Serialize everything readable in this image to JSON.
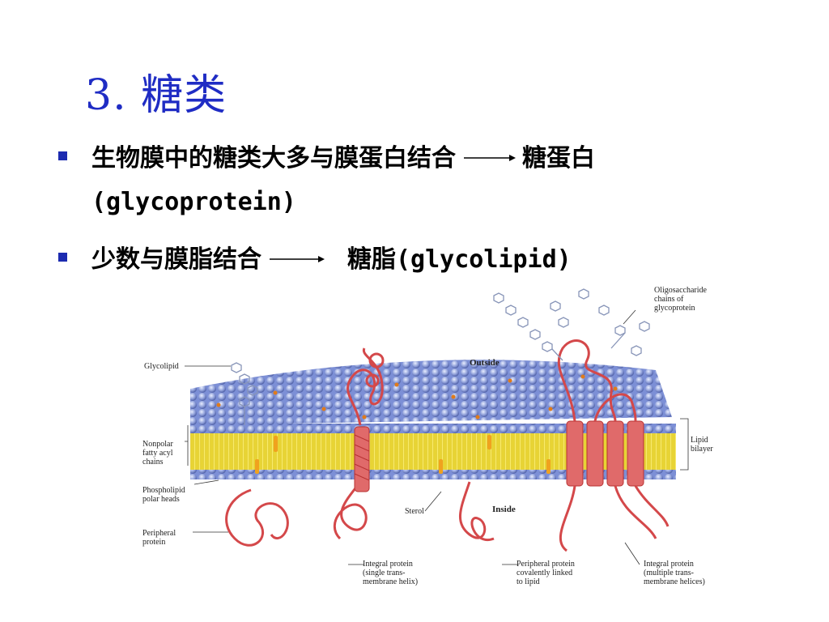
{
  "title": "3.  糖类",
  "bullets": [
    {
      "text_before": "生物膜中的糖类大多与膜蛋白结合",
      "text_after": "糖蛋白",
      "continuation": "(glycoprotein)"
    },
    {
      "text_before": "少数与膜脂结合",
      "text_after": "糖脂(glycolipid)"
    }
  ],
  "figure": {
    "labels": {
      "oligo": "Oligosaccharide\nchains of\nglycoprotein",
      "glycolipid": "Glycolipid",
      "outside": "Outside",
      "inside": "Inside",
      "nonpolar": "Nonpolar\nfatty acyl\nchains",
      "phospholipid": "Phospholipid\npolar heads",
      "peripheral": "Peripheral\nprotein",
      "sterol": "Sterol",
      "lipid_bilayer": "Lipid\nbilayer",
      "integral_single": "Integral protein\n(single trans-\nmembrane helix)",
      "peripheral_lipid": "Peripheral protein\ncovalently linked\nto lipid",
      "integral_multi": "Integral protein\n(multiple trans-\nmembrane helices)"
    }
  }
}
